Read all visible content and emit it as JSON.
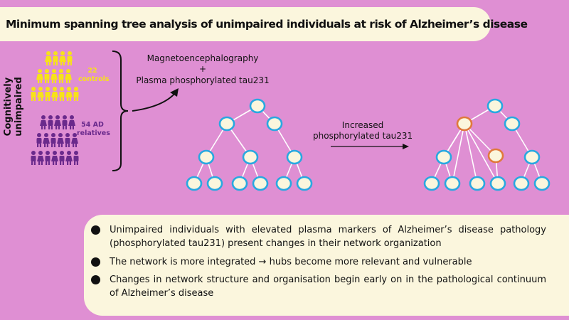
{
  "title": "Minimum spanning tree analysis of unimpaired individuals at risk of Alzheimer’s disease",
  "side_label": "Cognitively unimpaired",
  "groups": {
    "controls": {
      "count": "22",
      "label": "controls",
      "color": "#f7e21a"
    },
    "relatives": {
      "count": "54 AD",
      "label": "relatives",
      "color": "#6a2a8c"
    }
  },
  "methods": {
    "line1": "Magnetoencephalography",
    "plus": "+",
    "line2": "Plasma phosphorylated tau231"
  },
  "transition": {
    "line1": "Increased",
    "line2": "phosphorylated tau231"
  },
  "colors": {
    "background": "#df8fd3",
    "panel": "#fbf6dd",
    "node_fill": "#fbf6dd",
    "node_border": "#29a8e0",
    "hub_border": "#e07a3c",
    "edge": "#ffffff"
  },
  "findings": [
    "Unimpaired individuals with elevated plasma markers of Alzheimer’s disease pathology (phosphorylated tau231) present changes in their network organization",
    "The network is more integrated → hubs become more relevant and vulnerable",
    "Changes in network structure and organisation begin early on in the pathological continuum of Alzheimer’s disease"
  ]
}
